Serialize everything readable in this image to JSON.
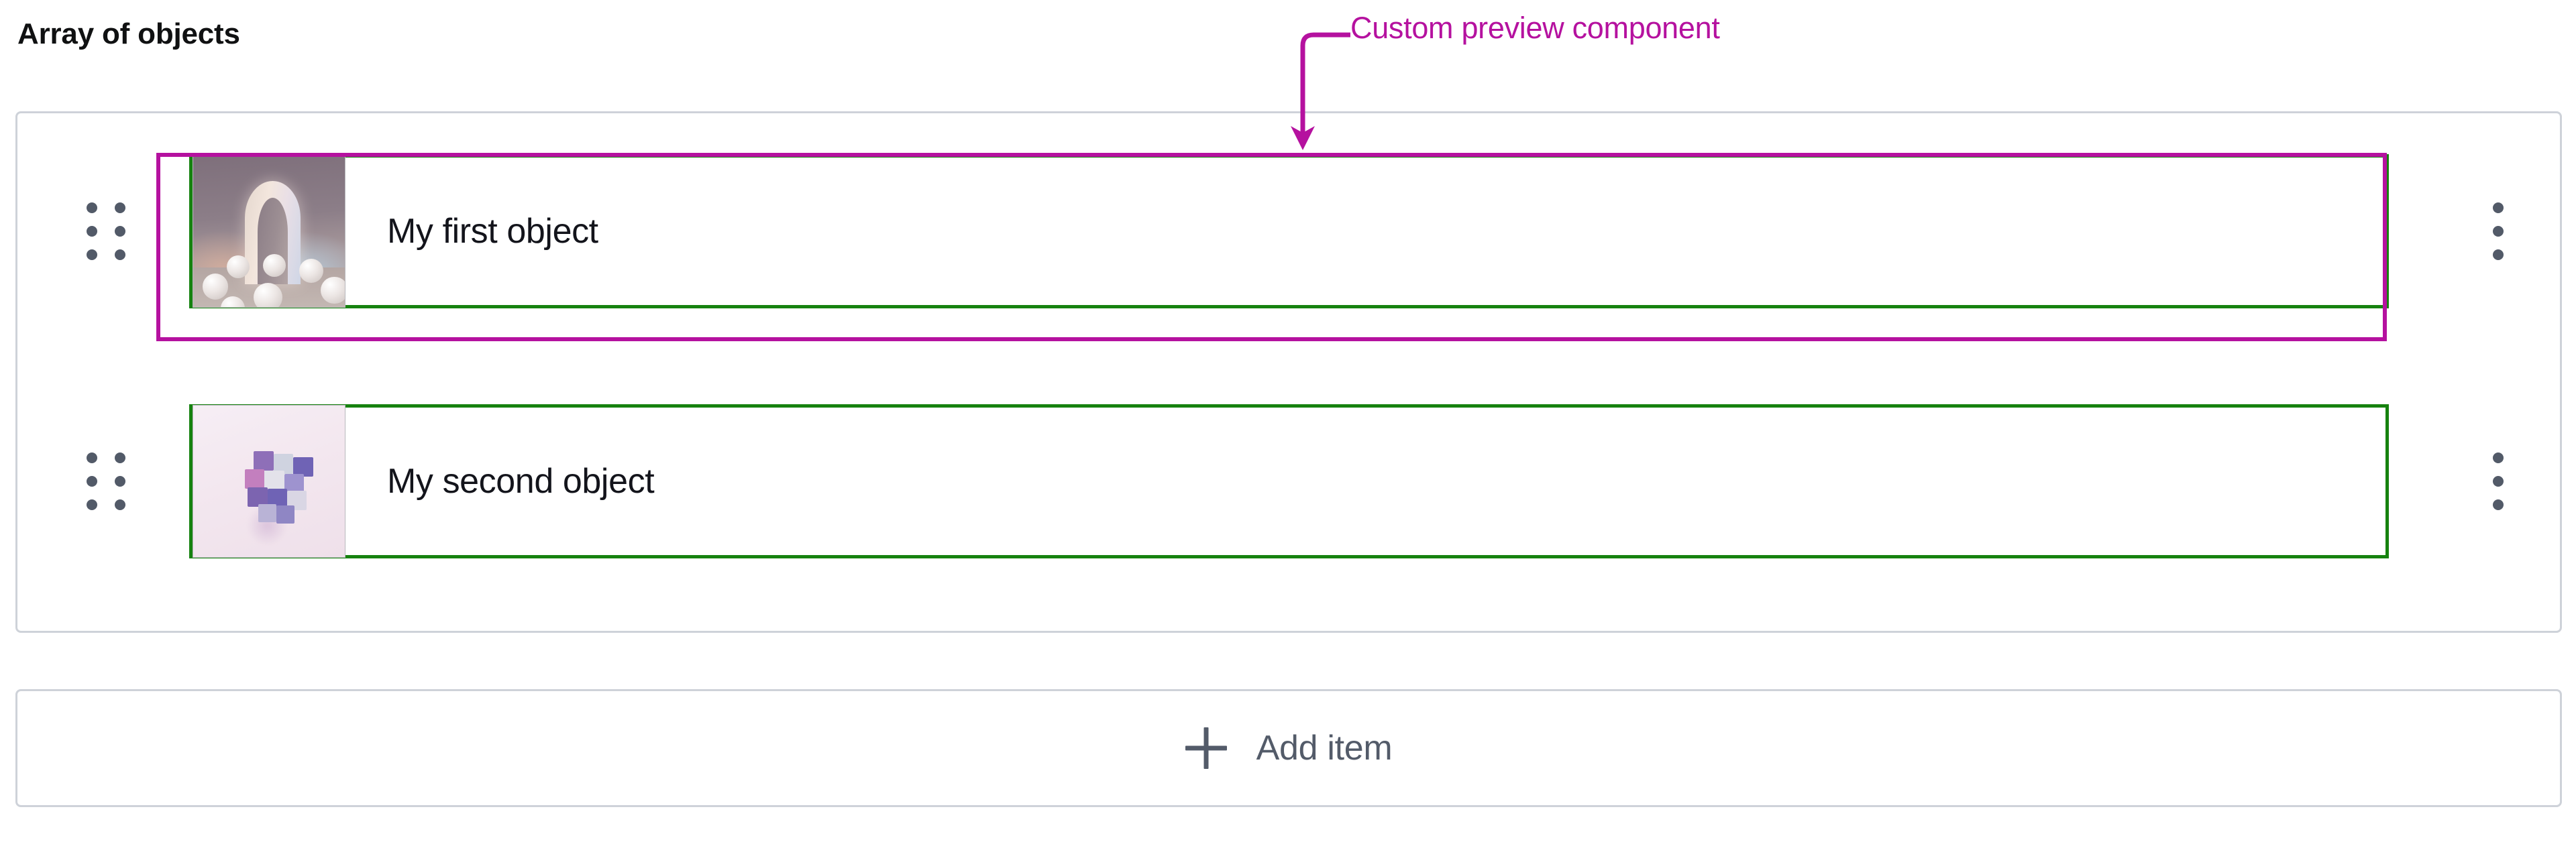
{
  "field": {
    "label": "Array of objects"
  },
  "annotation": {
    "text": "Custom preview component",
    "color": "#b5119f",
    "arrow_icon": "curved-down-arrow-icon",
    "points_to": "item-0-preview"
  },
  "highlight_colors": {
    "preview_component_outline": "#16820f",
    "custom_component_outline": "#b5119f"
  },
  "array_items": [
    {
      "title": "My first object",
      "drag_handle_icon": "drag-handle-dots-icon",
      "menu_icon": "more-vertical-dots-icon",
      "thumbnail": {
        "alt": "3d-arch-with-spheres-render",
        "background": "#8c7e88"
      },
      "highlighted_custom_component": true
    },
    {
      "title": "My second object",
      "drag_handle_icon": "drag-handle-dots-icon",
      "menu_icon": "more-vertical-dots-icon",
      "thumbnail": {
        "alt": "3d-violet-cube-cluster-render",
        "background": "#f3e7ef"
      },
      "highlighted_custom_component": false
    }
  ],
  "add_item": {
    "label": "Add item",
    "icon": "plus-icon"
  }
}
